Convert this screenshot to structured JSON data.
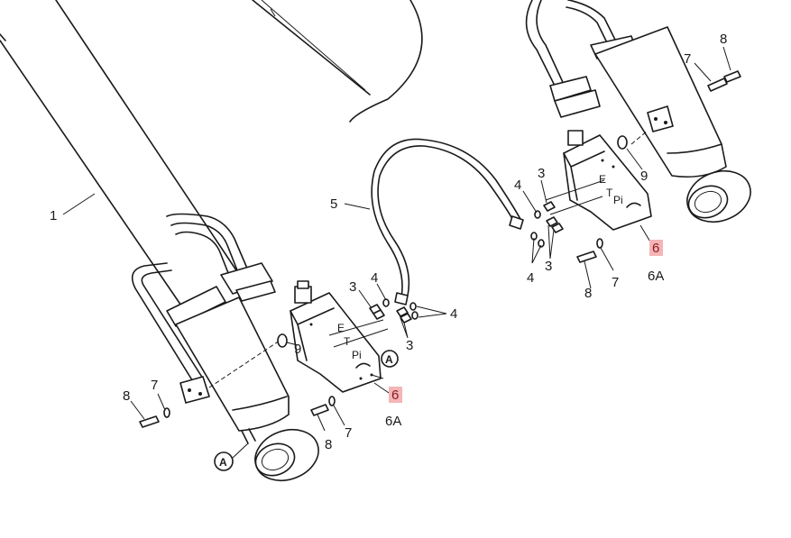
{
  "diagram": {
    "highlight_color": "#f4b5b8",
    "highlight_text_color": "#8b1a1a",
    "callouts": {
      "left": {
        "cylinder": "1",
        "hose": "5",
        "fitting_top": "3",
        "oring_top": "4",
        "oring_right": "4",
        "fitting_right": "3",
        "seal": "9",
        "detail_marker_valve": "A",
        "valve_block": "6",
        "valve_block_alt": "6A",
        "bolt_left": "8",
        "washer_left": "7",
        "bolt_bottom": "8",
        "washer_bottom": "7",
        "detail_marker_eye": "A",
        "port_e": "E",
        "port_t": "T",
        "port_pi": "Pi"
      },
      "right": {
        "bolt_top": "8",
        "washer_top": "7",
        "fitting_top": "3",
        "oring_top": "4",
        "seal": "9",
        "oring_bottom": "4",
        "fitting_bottom": "3",
        "bolt_bottom": "8",
        "washer_bottom": "7",
        "valve_block": "6",
        "valve_block_alt": "6A",
        "port_e": "E",
        "port_t": "T",
        "port_pi": "Pi"
      }
    }
  }
}
